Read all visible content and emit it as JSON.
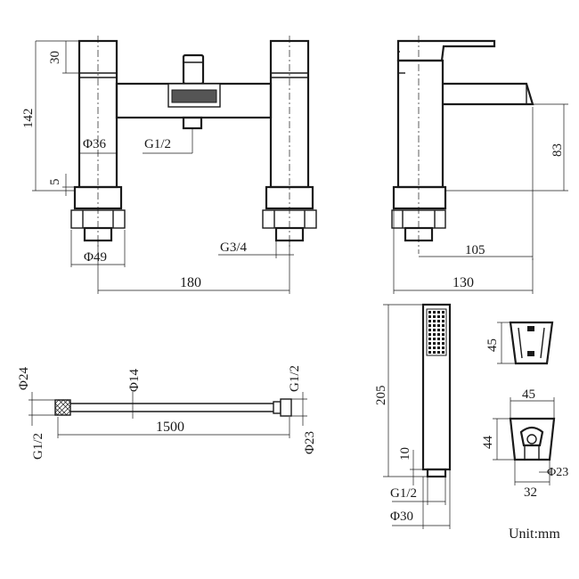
{
  "front_view": {
    "height_top": "30",
    "height_total": "142",
    "dia_body": "Φ36",
    "thread_spout": "G1/2",
    "gap": "5",
    "dia_base": "Φ49",
    "thread_inlet": "G3/4",
    "centres": "180"
  },
  "side_view": {
    "spout_height": "83",
    "spout_reach": "105",
    "depth": "130"
  },
  "hose": {
    "dia_nut": "Φ24",
    "dia_hose": "Φ14",
    "thread_right": "G1/2",
    "thread_left": "G1/2",
    "length": "1500",
    "dia_right": "Φ23"
  },
  "handset": {
    "length": "205",
    "end_length": "10",
    "thread": "G1/2",
    "dia_end": "Φ30"
  },
  "holder": {
    "height_side": "45",
    "width": "45",
    "height": "44",
    "dia": "Φ23",
    "base_width": "32"
  },
  "unit_label": "Unit:mm"
}
